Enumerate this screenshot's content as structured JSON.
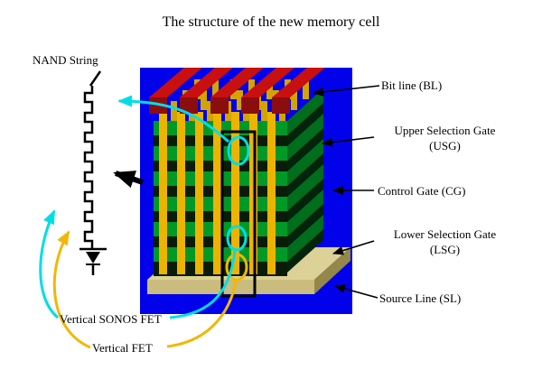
{
  "title": "The structure of the new memory cell",
  "labels": {
    "nand_string": "NAND String",
    "bit_line": "Bit line (BL)",
    "usg": "Upper Selection Gate",
    "usg_abbr": "(USG)",
    "control_gate": "Control Gate (CG)",
    "lsg": "Lower Selection Gate",
    "lsg_abbr": "(LSG)",
    "source_line": "Source Line (SL)",
    "vertical_sonos_fet": "Vertical SONOS FET",
    "vertical_fet": "Vertical FET"
  },
  "colors": {
    "background": "#0202EA",
    "bit_line_red": "#C81010",
    "bit_line_red_dark": "#8A0E0E",
    "gate_green": "#009928",
    "gate_green_side": "#006E1C",
    "pillar_yellow": "#ECB400",
    "source_line_tan": "#DCD298",
    "annotation_cyan": "#00DDE6",
    "annotation_yellow": "#F2B705",
    "outline_black": "#000000"
  }
}
